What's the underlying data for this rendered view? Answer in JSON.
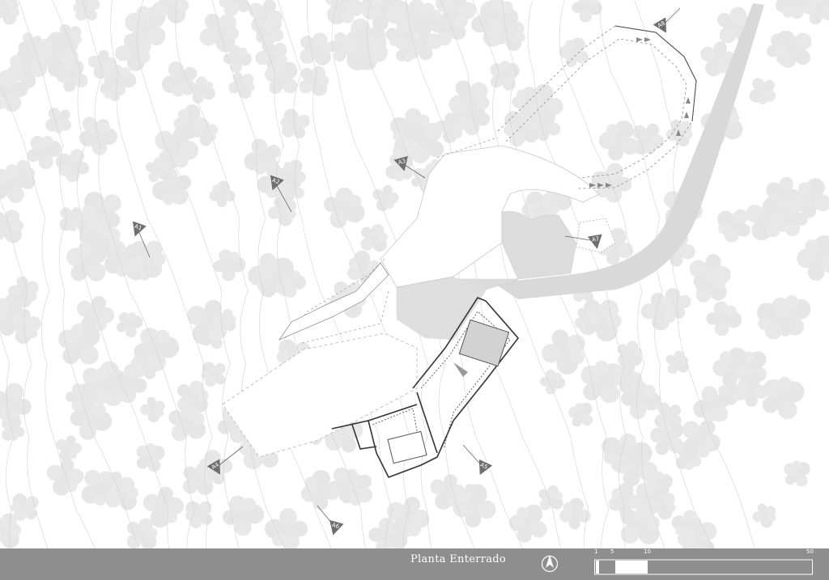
{
  "drawing": {
    "title": "Planta Enterrado",
    "background": "#ffffff",
    "footer_color": "#8e8e8e",
    "tree_color": "#e4e4e4",
    "line_color": "#3a3a3a",
    "paved_color": "#dddddd"
  },
  "scale_bar": {
    "labels": [
      "1",
      "5",
      "10",
      "50"
    ]
  },
  "section_markers": [
    {
      "id": "m1",
      "label": "A1"
    },
    {
      "id": "m2",
      "label": "A2"
    },
    {
      "id": "m3",
      "label": "A3"
    },
    {
      "id": "m4",
      "label": "A4"
    },
    {
      "id": "m5",
      "label": "A5"
    },
    {
      "id": "m6",
      "label": "A6"
    },
    {
      "id": "m7",
      "label": "A7"
    },
    {
      "id": "m8",
      "label": "A8"
    }
  ],
  "icons": {
    "north": "north-arrow-icon"
  }
}
